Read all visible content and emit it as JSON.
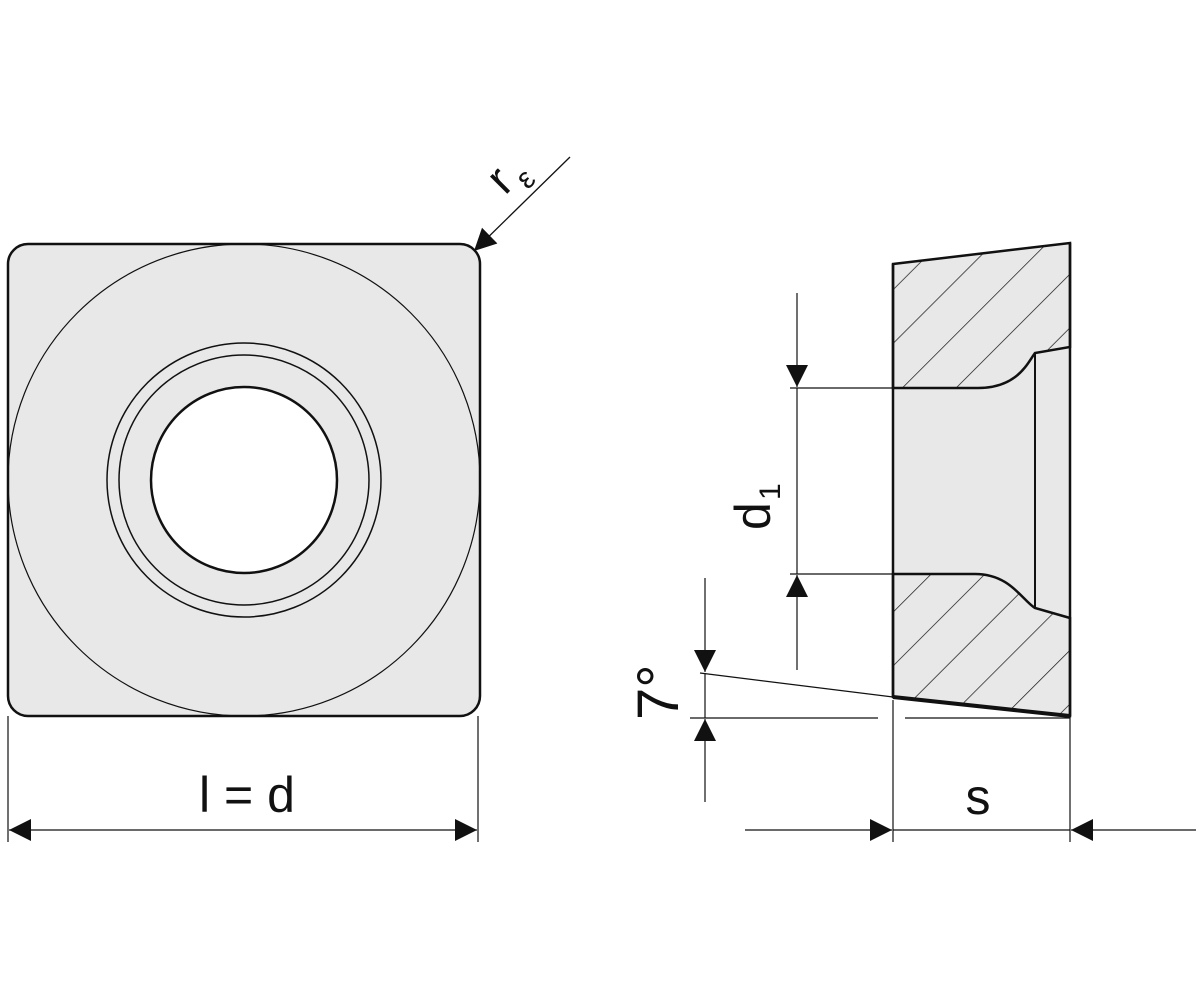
{
  "drawing": {
    "title": "Square insert with central hole – plan view and cross-section",
    "labels": {
      "corner_radius_main": "r",
      "corner_radius_sub": "ε",
      "length": "l = d",
      "hole_diameter_main": "d",
      "hole_diameter_sub": "1",
      "clearance_angle": "7°",
      "thickness": "s"
    },
    "colors": {
      "fill": "#e8e8e8",
      "line": "#111111",
      "background": "#ffffff"
    }
  }
}
